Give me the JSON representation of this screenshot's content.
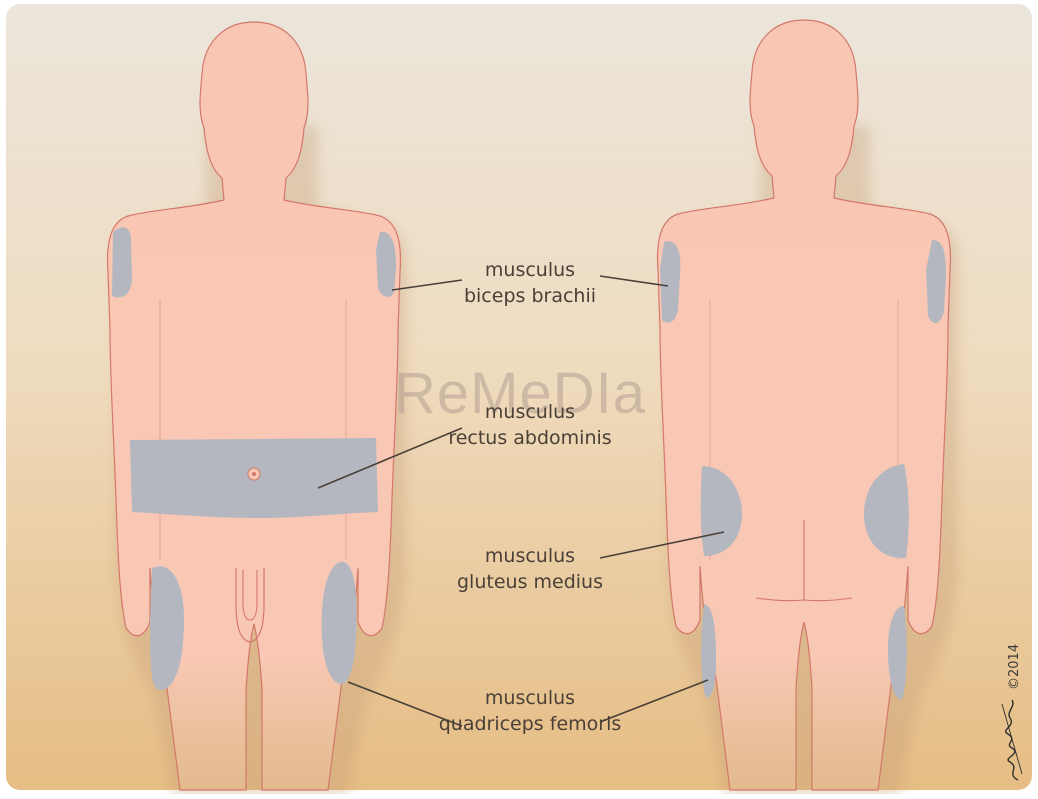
{
  "labels": {
    "biceps": {
      "line1": "musculus",
      "line2": "biceps brachii"
    },
    "abdominis": {
      "line1": "musculus",
      "line2": "rectus abdominis"
    },
    "gluteus": {
      "line1": "musculus",
      "line2": "gluteus medius"
    },
    "quadriceps": {
      "line1": "musculus",
      "line2": "quadriceps femoris"
    }
  },
  "watermark": "ReMeDIa",
  "copyright": "©2014",
  "signature": "Schmidt",
  "colors": {
    "background_top": "#ece6dc",
    "background_bottom": "#e7bf86",
    "skin": "#f9c6b4",
    "skin_outline": "#d4776a",
    "injection_zone": "#b4b7c0",
    "text": "#4a4038"
  }
}
